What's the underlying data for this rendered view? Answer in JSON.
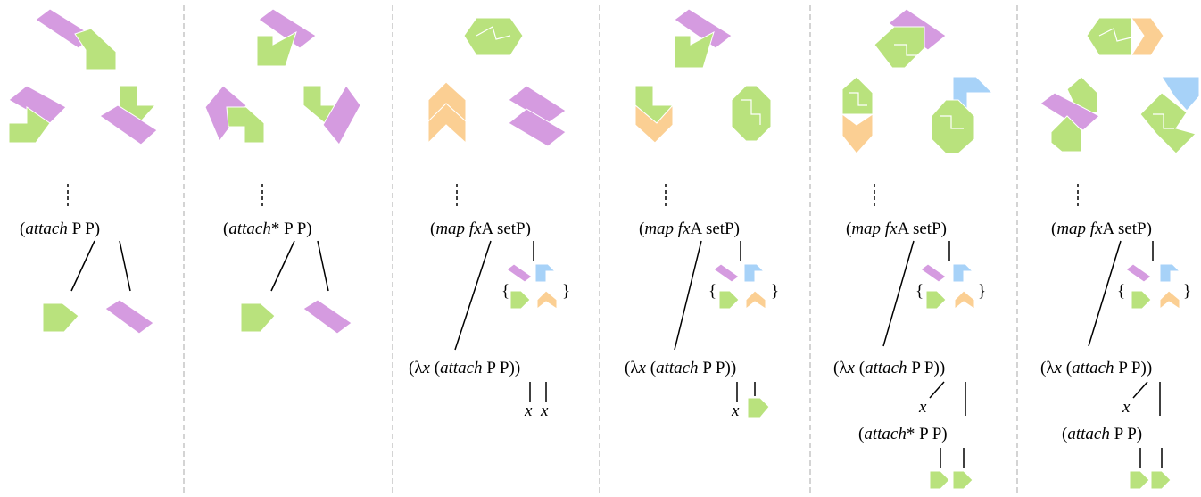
{
  "colors": {
    "green": "#b9e27d",
    "purple": "#d59be0",
    "orange": "#fbcf93",
    "blue": "#a7d2f8",
    "separator": "#aaaaaa"
  },
  "panels": [
    {
      "id": "p1",
      "expr": [
        {
          "t": "(",
          "i": false
        },
        {
          "t": "attach",
          "i": true
        },
        {
          "t": " P  P)",
          "i": false
        }
      ]
    },
    {
      "id": "p2",
      "expr": [
        {
          "t": "(",
          "i": false
        },
        {
          "t": "attach",
          "i": true
        },
        {
          "t": "* P  P)",
          "i": false
        }
      ]
    },
    {
      "id": "p3",
      "expr": [
        {
          "t": "(",
          "i": false
        },
        {
          "t": "map fx",
          "i": true
        },
        {
          "t": "A setP)",
          "i": false
        }
      ],
      "lambda": [
        {
          "t": "(λ",
          "i": false
        },
        {
          "t": "x",
          "i": true
        },
        {
          "t": " (",
          "i": false
        },
        {
          "t": "attach",
          "i": true
        },
        {
          "t": " P P))",
          "i": false
        }
      ],
      "x_labels": [
        "x",
        "x"
      ],
      "set_open": "{",
      "set_close": "}"
    },
    {
      "id": "p4",
      "expr": [
        {
          "t": "(",
          "i": false
        },
        {
          "t": "map fx",
          "i": true
        },
        {
          "t": "A setP)",
          "i": false
        }
      ],
      "lambda": [
        {
          "t": "(λ",
          "i": false
        },
        {
          "t": "x",
          "i": true
        },
        {
          "t": " (",
          "i": false
        },
        {
          "t": "attach",
          "i": true
        },
        {
          "t": " P P))",
          "i": false
        }
      ],
      "x_labels": [
        "x"
      ],
      "set_open": "{",
      "set_close": "}"
    },
    {
      "id": "p5",
      "expr": [
        {
          "t": "(",
          "i": false
        },
        {
          "t": "map fx",
          "i": true
        },
        {
          "t": "A setP)",
          "i": false
        }
      ],
      "lambda": [
        {
          "t": "(λ",
          "i": false
        },
        {
          "t": "x",
          "i": true
        },
        {
          "t": " (",
          "i": false
        },
        {
          "t": "attach",
          "i": true
        },
        {
          "t": " P  P))",
          "i": false
        }
      ],
      "x_labels": [
        "x"
      ],
      "sub": [
        {
          "t": "(",
          "i": false
        },
        {
          "t": "attach",
          "i": true
        },
        {
          "t": "* P  P)",
          "i": false
        }
      ],
      "set_open": "{",
      "set_close": "}"
    },
    {
      "id": "p6",
      "expr": [
        {
          "t": "(",
          "i": false
        },
        {
          "t": "map fx",
          "i": true
        },
        {
          "t": "A setP)",
          "i": false
        }
      ],
      "lambda": [
        {
          "t": "(λ",
          "i": false
        },
        {
          "t": "x",
          "i": true
        },
        {
          "t": " (",
          "i": false
        },
        {
          "t": "attach",
          "i": true
        },
        {
          "t": " P P))",
          "i": false
        }
      ],
      "x_labels": [
        "x"
      ],
      "sub": [
        {
          "t": "(",
          "i": false
        },
        {
          "t": "attach",
          "i": true
        },
        {
          "t": "  P  P)",
          "i": false
        }
      ],
      "set_open": "{",
      "set_close": "}"
    }
  ]
}
